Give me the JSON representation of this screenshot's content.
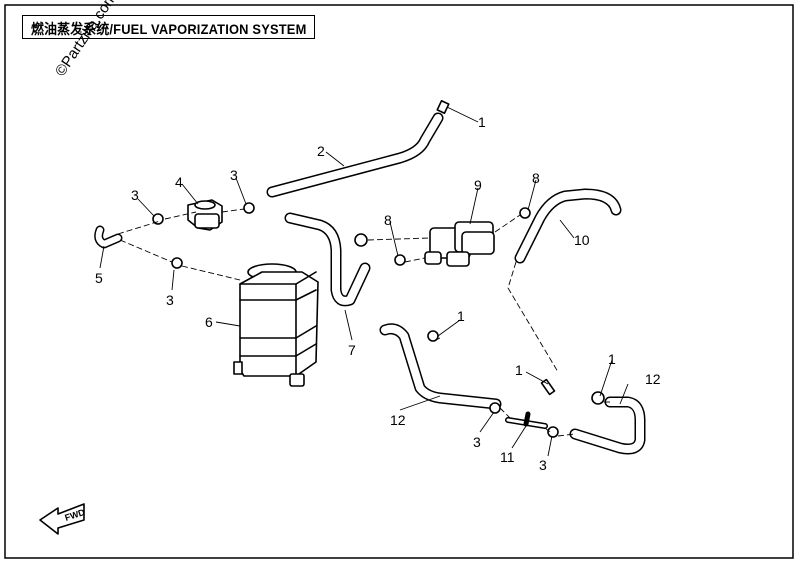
{
  "title": "燃油蒸发系统/FUEL VAPORIZATION SYSTEM",
  "watermark": "©Partzilla.com",
  "fwd_label": "FWD",
  "callouts": [
    {
      "id": "c1a",
      "label": "1"
    },
    {
      "id": "c2",
      "label": "2"
    },
    {
      "id": "c3a",
      "label": "3"
    },
    {
      "id": "c4",
      "label": "4"
    },
    {
      "id": "c3b",
      "label": "3"
    },
    {
      "id": "c9",
      "label": "9"
    },
    {
      "id": "c8a",
      "label": "8"
    },
    {
      "id": "c10",
      "label": "10"
    },
    {
      "id": "c8b",
      "label": "8"
    },
    {
      "id": "c5",
      "label": "5"
    },
    {
      "id": "c3c",
      "label": "3"
    },
    {
      "id": "c6",
      "label": "6"
    },
    {
      "id": "c7",
      "label": "7"
    },
    {
      "id": "c1b",
      "label": "1"
    },
    {
      "id": "c1c",
      "label": "1"
    },
    {
      "id": "c1d",
      "label": "1"
    },
    {
      "id": "c12a",
      "label": "12"
    },
    {
      "id": "c12b",
      "label": "12"
    },
    {
      "id": "c3d",
      "label": "3"
    },
    {
      "id": "c11",
      "label": "11"
    },
    {
      "id": "c3e",
      "label": "3"
    }
  ]
}
